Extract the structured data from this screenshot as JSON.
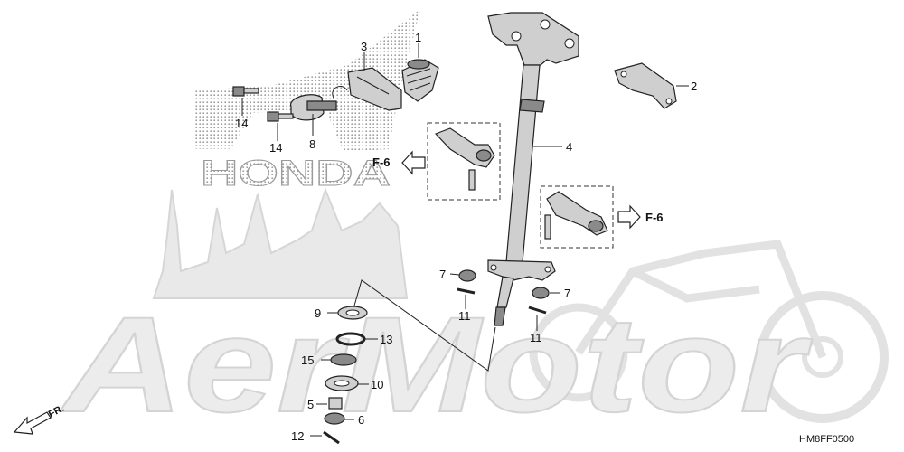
{
  "diagram": {
    "code": "HM8FF0500",
    "watermark_text": "AerMotor",
    "logo_text": "HONDA",
    "direction_label": "FR.",
    "refs": {
      "left": "F-6",
      "right": "F-6"
    },
    "callouts": {
      "c1": "1",
      "c2": "2",
      "c3": "3",
      "c4": "4",
      "c5": "5",
      "c6": "6",
      "c7a": "7",
      "c7b": "7",
      "c8": "8",
      "c9": "9",
      "c10": "10",
      "c11a": "11",
      "c11b": "11",
      "c12": "12",
      "c13": "13",
      "c14a": "14",
      "c14b": "14",
      "c15": "15"
    }
  }
}
